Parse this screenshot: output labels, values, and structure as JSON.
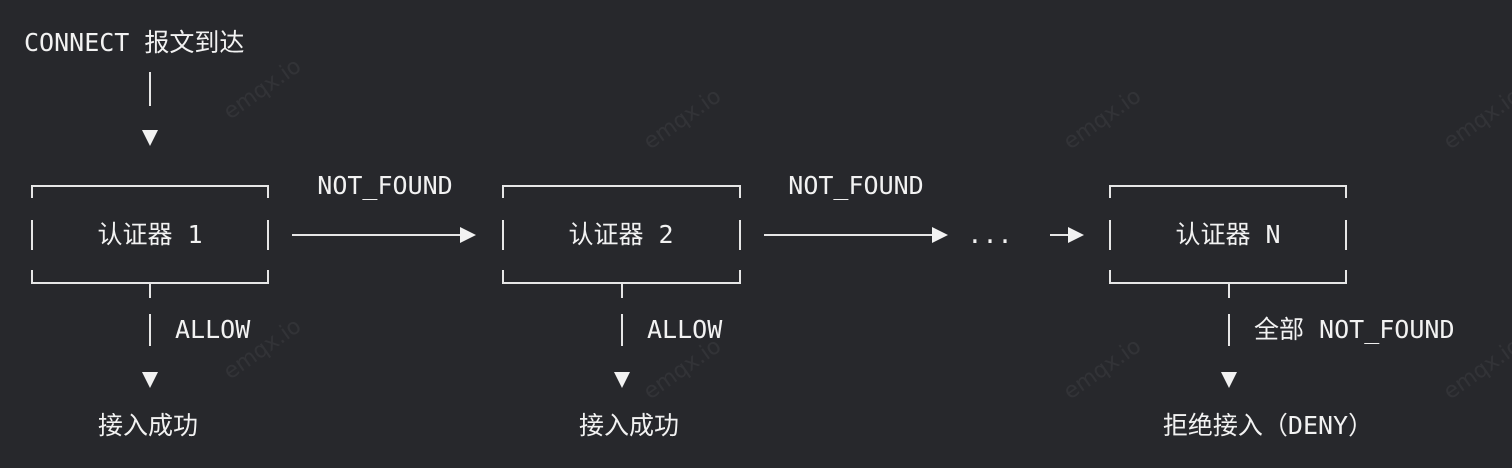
{
  "start": {
    "label": "CONNECT 报文到达"
  },
  "authenticators": [
    {
      "label": "认证器 1",
      "down_label": "ALLOW",
      "result": "接入成功"
    },
    {
      "label": "认证器 2",
      "down_label": "ALLOW",
      "result": "接入成功"
    },
    {
      "label": "认证器 N",
      "down_label": "全部 NOT_FOUND",
      "result": "拒绝接入（DENY）"
    }
  ],
  "edges": [
    {
      "label": "NOT_FOUND"
    },
    {
      "label": "NOT_FOUND"
    }
  ],
  "ellipsis": "...",
  "colors": {
    "background": "#27282c",
    "foreground": "#f2f2f2",
    "line": "#e6e6e6"
  },
  "watermark": "emqx.io"
}
